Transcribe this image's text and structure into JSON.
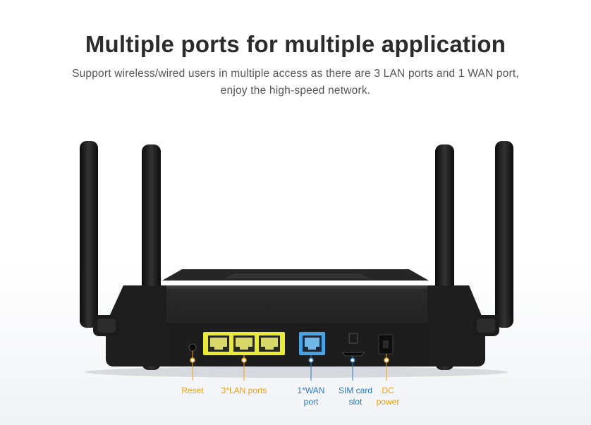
{
  "headline": "Multiple ports for multiple application",
  "subtitle_line1": "Support wireless/wired users in multiple access as there are 3 LAN ports and 1 WAN port,",
  "subtitle_line2": "enjoy the high-speed network.",
  "colors": {
    "orange": "#f0a118",
    "blue": "#2a78c8",
    "lan_yellow": "#e9e93a",
    "wan_blue": "#4aa3e0"
  },
  "ports": {
    "reset": {
      "label": "Reset"
    },
    "lan": {
      "label": "3*LAN ports"
    },
    "wan": {
      "line1": "1*WAN",
      "line2": "port"
    },
    "sim": {
      "line1": "SIM card",
      "line2": "slot"
    },
    "dc": {
      "line1": "DC",
      "line2": "power"
    }
  }
}
